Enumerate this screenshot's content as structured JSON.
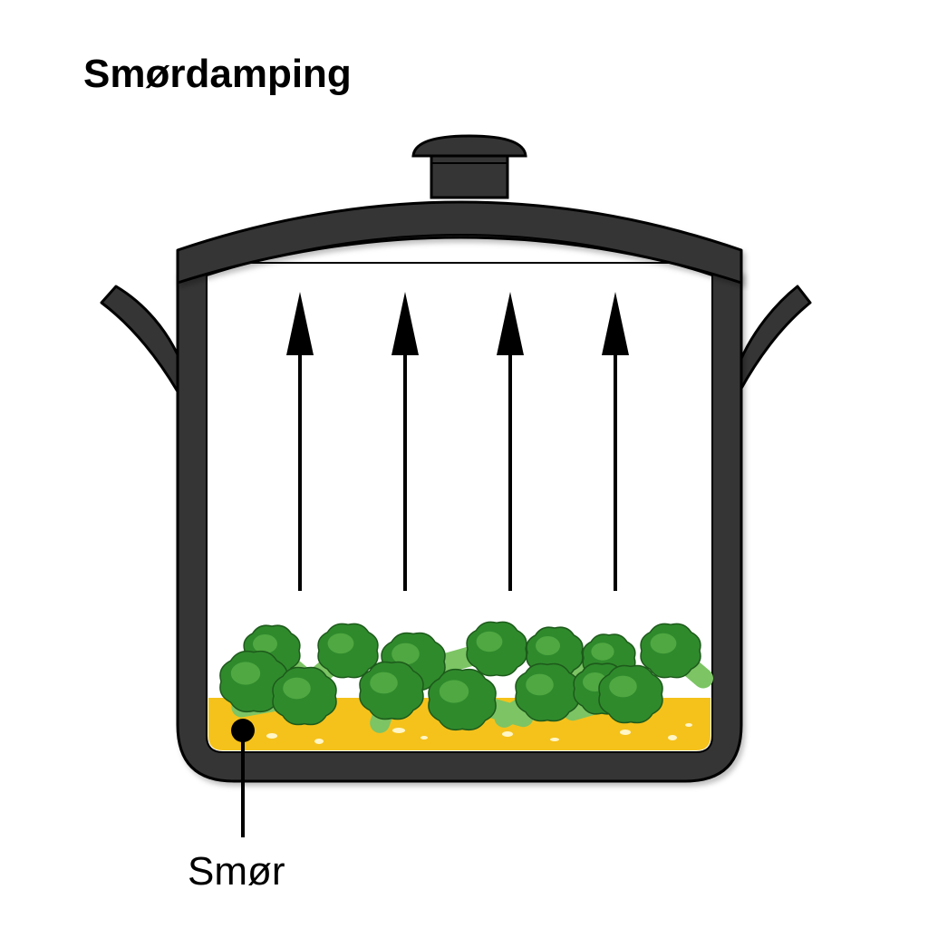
{
  "title": "Smørdamping",
  "labels": {
    "butter": "Smør"
  },
  "colors": {
    "pot": "#353535",
    "outline": "#000000",
    "interior": "#ffffff",
    "butter": "#f5c21b",
    "broccoli_dark": "#2f8a2c",
    "broccoli_light": "#5cb54a",
    "broccoli_stem": "#7cc464",
    "arrow": "#000000"
  },
  "icons": {
    "pot": "cooking-pot-icon",
    "lid": "pot-lid-icon",
    "broccoli": "broccoli-icon"
  },
  "steam_arrow_count": 4
}
